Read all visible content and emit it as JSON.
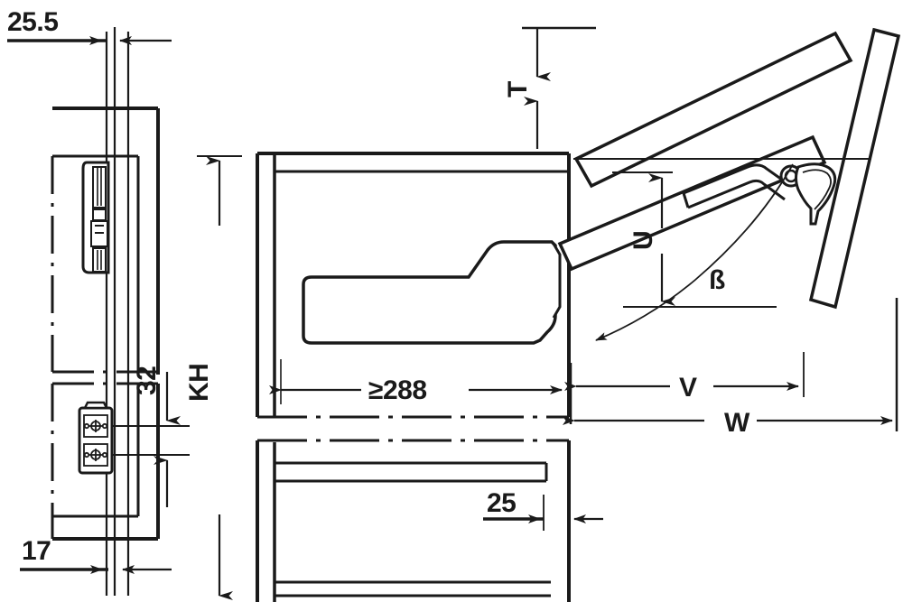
{
  "drawing": {
    "title": "Lift-up fitting cabinet installation drawing",
    "type": "technical-dimension-drawing",
    "line_color": "#1a1a1a",
    "background_color": "#ffffff",
    "views": [
      {
        "id": "front-view",
        "name": "front-elevation-left"
      },
      {
        "id": "side-view",
        "name": "side-section-middle"
      },
      {
        "id": "mechanism-view",
        "name": "lift-mechanism-right"
      }
    ]
  },
  "dimensions": {
    "d_25_5": "25.5",
    "d_32": "32",
    "d_17": "17",
    "d_kh": "KH",
    "d_288": "≥288",
    "d_25": "25",
    "d_t": "T",
    "d_u": "U",
    "d_beta": "ß",
    "d_v": "V",
    "d_w": "W"
  },
  "labels": [
    {
      "key": "d_25_5",
      "text": "25.5",
      "rotation": 0,
      "meaning": "top-left-offset-mm"
    },
    {
      "key": "d_32",
      "text": "32",
      "rotation": -90,
      "meaning": "hole-spacing-mm"
    },
    {
      "key": "d_17",
      "text": "17",
      "rotation": 0,
      "meaning": "bottom-left-offset-mm"
    },
    {
      "key": "d_kh",
      "text": "KH",
      "rotation": -90,
      "meaning": "cabinet-height"
    },
    {
      "key": "d_288",
      "text": "≥288",
      "rotation": 0,
      "meaning": "minimum-inner-width-mm"
    },
    {
      "key": "d_25",
      "text": "25",
      "rotation": 0,
      "meaning": "panel-inset-mm"
    },
    {
      "key": "d_t",
      "text": "T",
      "rotation": -90,
      "meaning": "top-clearance"
    },
    {
      "key": "d_u",
      "text": "U",
      "rotation": -90,
      "meaning": "overhang-height"
    },
    {
      "key": "d_beta",
      "text": "ß",
      "rotation": 0,
      "meaning": "opening-angle"
    },
    {
      "key": "d_v",
      "text": "V",
      "rotation": 0,
      "meaning": "front-projection"
    },
    {
      "key": "d_w",
      "text": "W",
      "rotation": 0,
      "meaning": "total-width-projection"
    }
  ]
}
